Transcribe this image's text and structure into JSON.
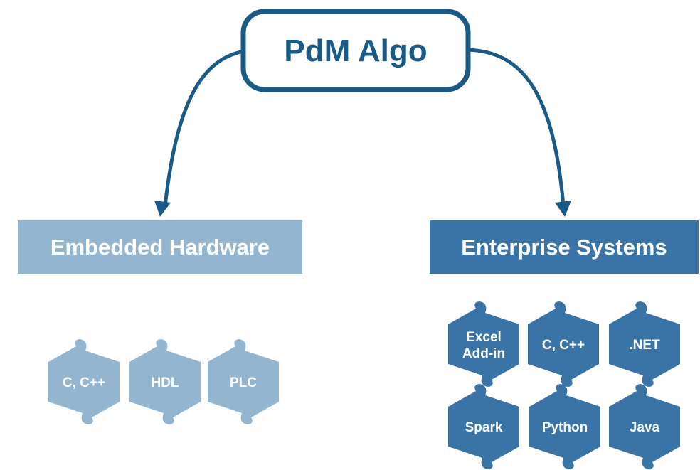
{
  "root": {
    "label": "PdM Algo"
  },
  "categories": [
    {
      "id": "embedded",
      "label": "Embedded Hardware",
      "color": "#93b5d0",
      "tiles": [
        {
          "lines": [
            "C, C++"
          ]
        },
        {
          "lines": [
            "HDL"
          ]
        },
        {
          "lines": [
            "PLC"
          ]
        }
      ]
    },
    {
      "id": "enterprise",
      "label": "Enterprise Systems",
      "color": "#3a74a6",
      "tiles": [
        {
          "lines": [
            "Excel",
            "Add-in"
          ]
        },
        {
          "lines": [
            "C, C++"
          ]
        },
        {
          "lines": [
            ".NET"
          ]
        },
        {
          "lines": [
            "Spark"
          ]
        },
        {
          "lines": [
            "Python"
          ]
        },
        {
          "lines": [
            "Java"
          ]
        }
      ]
    }
  ],
  "colors": {
    "root_border": "#1a5a86",
    "root_text": "#1a5a86",
    "arrow": "#1a5a86"
  }
}
